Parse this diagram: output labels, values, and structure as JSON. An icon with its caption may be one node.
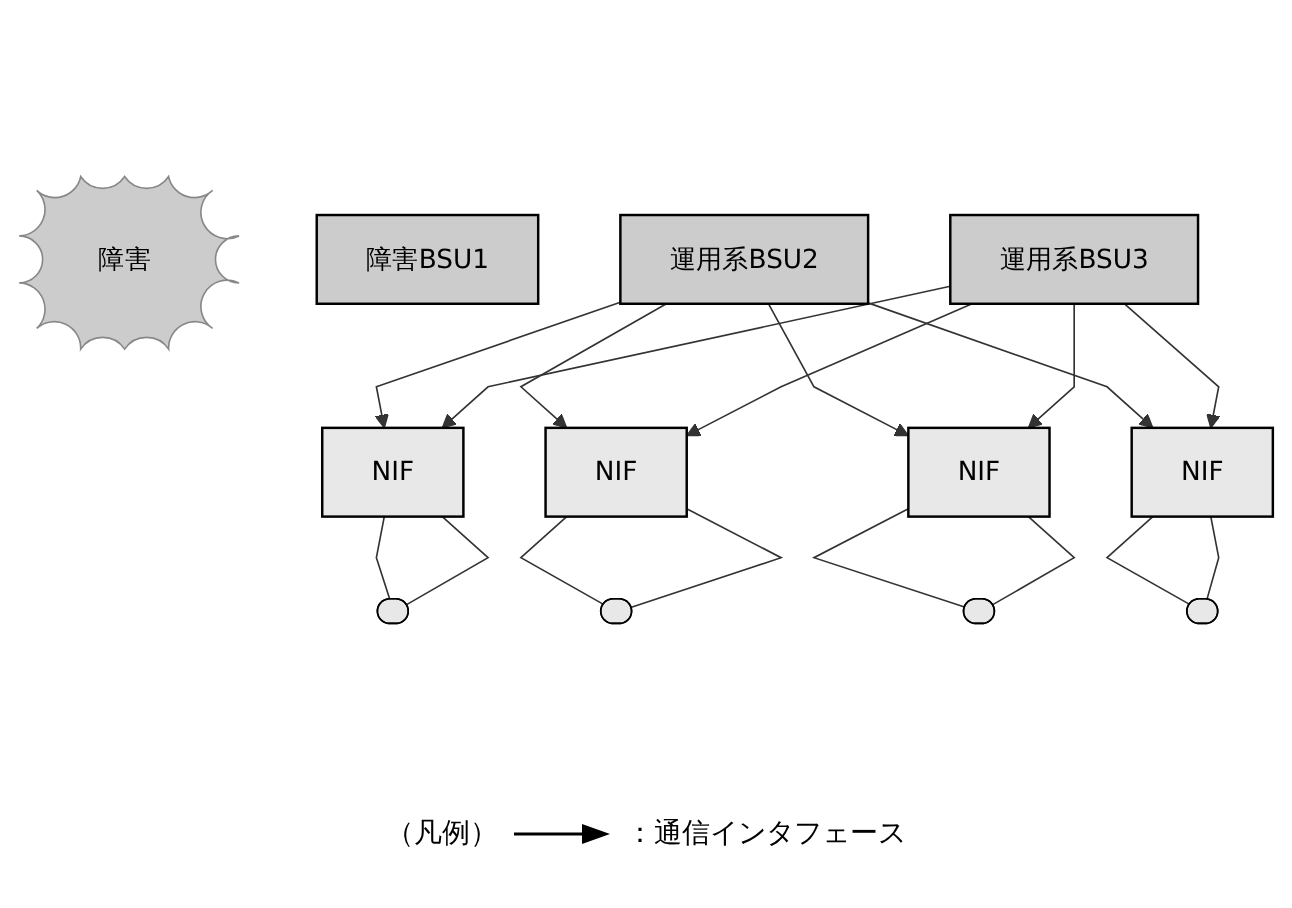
{
  "diagram": {
    "nodes": [
      {
        "text": [
          "障害"
        ]
      },
      {
        "text": [
          "障害BSU1"
        ]
      },
      {
        "text": [
          "運用系BSU2"
        ]
      },
      {
        "text": [
          "運用系BSU3"
        ]
      },
      {
        "text": [
          "NIF"
        ]
      },
      {
        "text": [
          "NIF"
        ]
      },
      {
        "text": [
          "NIF"
        ]
      },
      {
        "text": [
          "NIF"
        ]
      },
      {
        "text": [],
        "shape": "ellipse"
      },
      {
        "text": [],
        "shape": "ellipse"
      },
      {
        "text": [],
        "shape": "ellipse"
      },
      {
        "text": [],
        "shape": "ellipse"
      }
    ],
    "edges": [
      {
        "from": 2,
        "to": 4,
        "arrow": "to"
      },
      {
        "from": 2,
        "to": 5,
        "arrow": "to"
      },
      {
        "from": 2,
        "to": 6,
        "arrow": "to"
      },
      {
        "from": 2,
        "to": 7,
        "arrow": "to"
      },
      {
        "from": 3,
        "to": 4,
        "arrow": "to"
      },
      {
        "from": 3,
        "to": 5,
        "arrow": "to"
      },
      {
        "from": 3,
        "to": 6,
        "arrow": "to"
      },
      {
        "from": 3,
        "to": 7,
        "arrow": "to"
      },
      {
        "from": 4,
        "to": 8,
        "arrow": "none"
      },
      {
        "from": 4,
        "to": 8,
        "arrow": "none"
      },
      {
        "from": 5,
        "to": 9,
        "arrow": "none"
      },
      {
        "from": 5,
        "to": 9,
        "arrow": "none"
      },
      {
        "from": 6,
        "to": 10,
        "arrow": "none"
      },
      {
        "from": 6,
        "to": 10,
        "arrow": "none"
      },
      {
        "from": 7,
        "to": 11,
        "arrow": "none"
      },
      {
        "from": 7,
        "to": 11,
        "arrow": "none"
      }
    ],
    "labels": [
      "（凡例）"
    ],
    "legend": [
      {
        "text": "：通信インタフェース"
      }
    ]
  }
}
